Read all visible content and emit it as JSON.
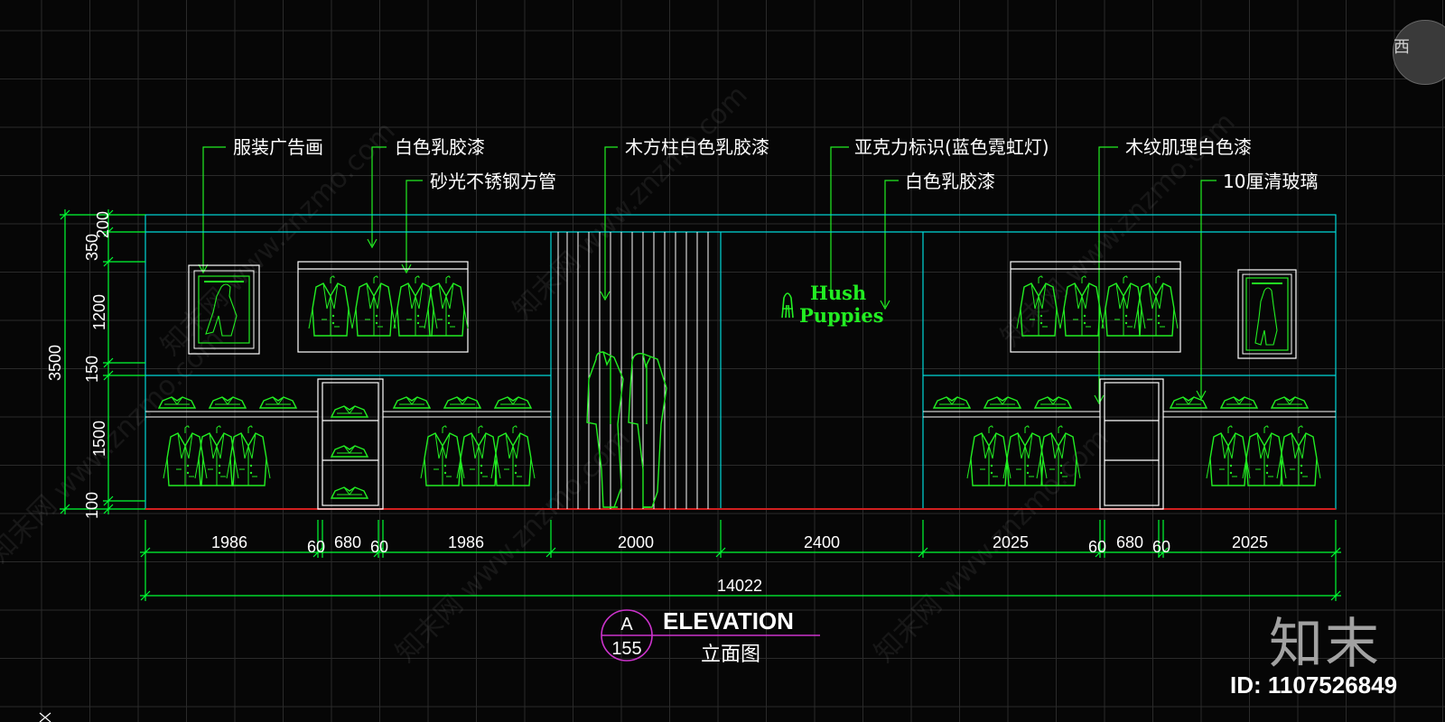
{
  "annotations": {
    "poster": "服装广告画",
    "latex_top": "白色乳胶漆",
    "steel_tube": "砂光不锈钢方管",
    "wood_column": "木方柱白色乳胶漆",
    "acrylic_logo": "亚克力标识(蓝色霓虹灯)",
    "latex_right": "白色乳胶漆",
    "wood_grain": "木纹肌理白色漆",
    "glass": "10厘清玻璃"
  },
  "brand_sign": {
    "line1": "Hush",
    "line2": "Puppies"
  },
  "vertical_dims": [
    "200",
    "350",
    "1200",
    "150",
    "1500",
    "100"
  ],
  "total_height": "3500",
  "horizontal_dims": [
    "1986",
    "60",
    "680",
    "60",
    "1986",
    "2000",
    "2400",
    "2025",
    "60",
    "680",
    "60",
    "2025"
  ],
  "total_width": "14022",
  "title_block": {
    "marker_letter": "A",
    "marker_number": "155",
    "title_en": "ELEVATION",
    "title_cn": "立面图"
  },
  "view_cube": {
    "label": "西"
  },
  "watermark": {
    "logo": "知末",
    "id": "ID: 1107526849",
    "repeat_text": "知末网 www.znzmo.com"
  },
  "colors": {
    "background": "#060606",
    "outline": "#00d8d8",
    "dim_line": "#00ff33",
    "symbol": "#22ee22",
    "white_line": "#ffffff",
    "floor": "#d01f1f",
    "title_marker": "#cc33cc"
  }
}
